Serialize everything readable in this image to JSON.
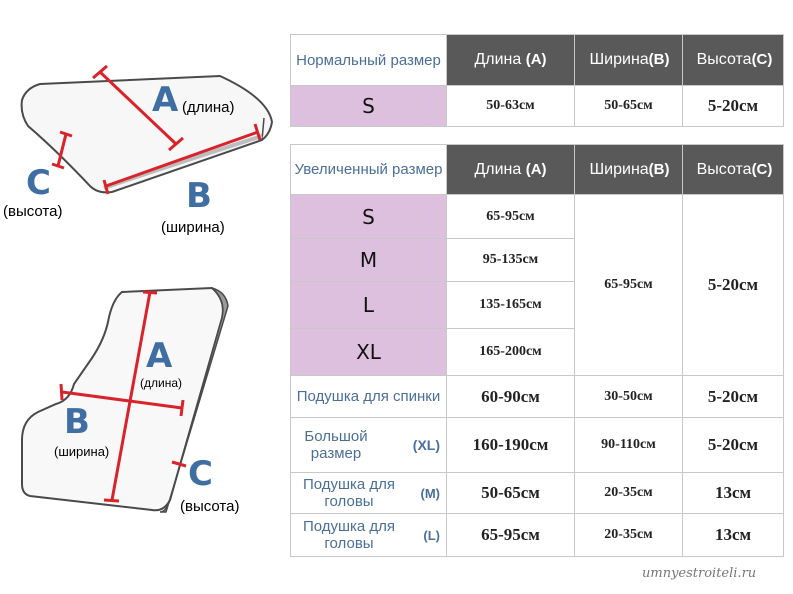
{
  "diagram": {
    "top": {
      "a_letter": "A",
      "a_caption": "(длина)",
      "b_letter": "B",
      "b_caption": "(ширина)",
      "c_letter": "C",
      "c_caption": "(высота)"
    },
    "bottom": {
      "a_letter": "A",
      "a_caption": "(длина)",
      "b_letter": "B",
      "b_caption": "(ширина)",
      "c_letter": "C",
      "c_caption": "(высота)"
    },
    "line_color": "#d9232a",
    "letter_color": "#3f6fa2"
  },
  "table_normal": {
    "title": "Нормальный размер",
    "headers": [
      {
        "label": "Длина",
        "code": "(A)"
      },
      {
        "label": "Ширина",
        "code": "(B)"
      },
      {
        "label": "Высота",
        "code": "(C)"
      }
    ],
    "rows": [
      {
        "size": "S",
        "length": "50-63см",
        "width": "50-65см",
        "height": "5-20см"
      }
    ]
  },
  "table_large": {
    "title": "Увеличенный размер",
    "headers": [
      {
        "label": "Длина",
        "code": "(A)"
      },
      {
        "label": "Ширина",
        "code": "(B)"
      },
      {
        "label": "Высота",
        "code": "(C)"
      }
    ],
    "sizes": [
      {
        "size": "S",
        "length": "65-95см"
      },
      {
        "size": "M",
        "length": "95-135см"
      },
      {
        "size": "L",
        "length": "135-165см"
      },
      {
        "size": "XL",
        "length": "165-200см"
      }
    ],
    "shared_width": "65-95см",
    "shared_height": "5-20см",
    "extras": [
      {
        "name": "Подушка для спинки",
        "code": "",
        "length": "60-90см",
        "width": "30-50см",
        "height": "5-20см"
      },
      {
        "name": "Большой размер",
        "code": "(XL)",
        "length": "160-190см",
        "width": "90-110см",
        "height": "5-20см"
      },
      {
        "name": "Подушка для головы",
        "code": "(M)",
        "length": "50-65см",
        "width": "20-35см",
        "height": "13см"
      },
      {
        "name": "Подушка для головы",
        "code": "(L)",
        "length": "65-95см",
        "width": "20-35см",
        "height": "13см"
      }
    ]
  },
  "watermark": "umnyestroiteli.ru",
  "colors": {
    "header_bg": "#595959",
    "size_bg": "#dcc0dd",
    "desc_text": "#4a6f9a"
  }
}
